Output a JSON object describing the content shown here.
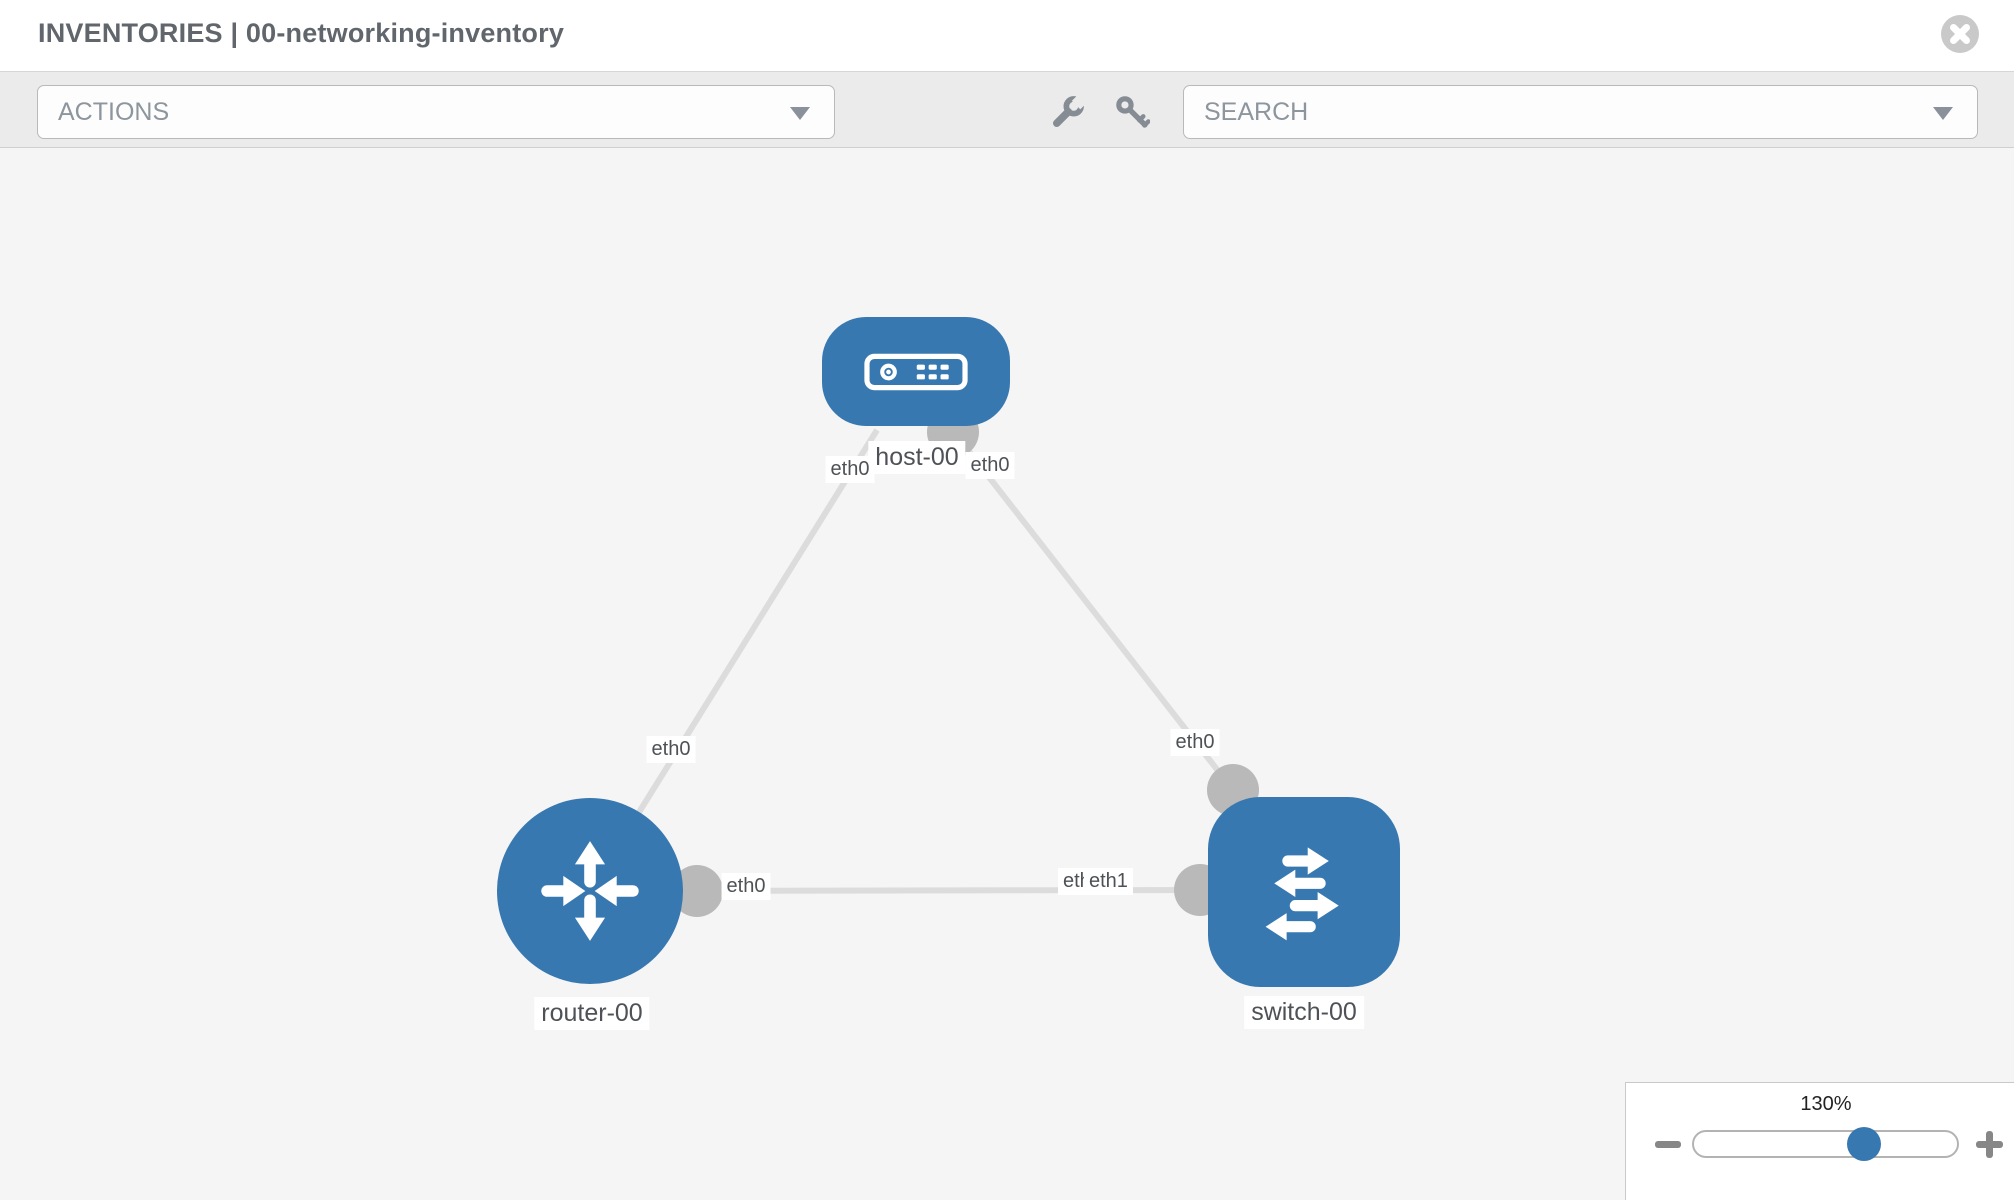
{
  "header": {
    "title": "INVENTORIES | 00-networking-inventory",
    "close_icon": "circle-x"
  },
  "toolbar": {
    "actions_label": "ACTIONS",
    "search_label": "SEARCH",
    "icons": [
      "wrench-icon",
      "key-icon"
    ]
  },
  "canvas": {
    "nodes": [
      {
        "label": "host-00",
        "type": "host",
        "icon": "server-icon"
      },
      {
        "label": "router-00",
        "type": "router",
        "icon": "router-arrows-icon"
      },
      {
        "label": "switch-00",
        "type": "switch",
        "icon": "switch-arrows-icon"
      }
    ],
    "links": [
      {
        "from": "router-00",
        "from_interface": "eth0",
        "to": "host-00",
        "to_interface": "eth0"
      },
      {
        "from": "host-00",
        "from_interface": "eth0",
        "to": "switch-00",
        "to_interface": "eth0"
      },
      {
        "from": "router-00",
        "from_interface": "eth0",
        "to": "switch-00",
        "to_interface": "eth1"
      }
    ],
    "iface_labels": {
      "host_left": "eth0",
      "host_right": "eth0",
      "router_top": "eth0",
      "router_right": "eth0",
      "switch_top": "eth0",
      "switch_left_under": "eth0",
      "switch_left_over": "eth1"
    }
  },
  "zoom_control": {
    "value": "130%",
    "percent": 130,
    "minus_icon": "minus-icon",
    "plus_icon": "plus-icon"
  },
  "colors": {
    "node_blue": "#3778b0",
    "link_gray": "#dcdcdc",
    "connector_gray": "#b9b9b9",
    "toolbar_bg": "#ebebeb",
    "canvas_bg": "#f5f5f5",
    "icon_gray": "#868c94",
    "title_text": "#60666c",
    "muted_text": "#8d959d"
  }
}
